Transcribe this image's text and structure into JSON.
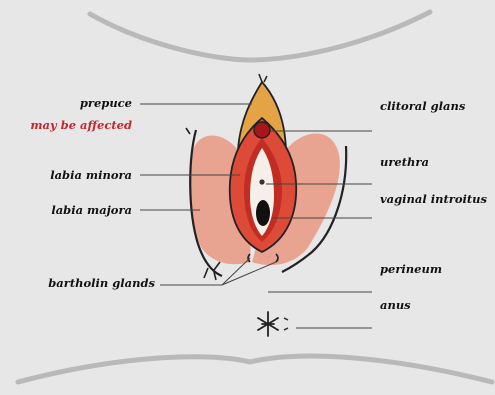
{
  "labels": {
    "prepuce": "prepuce",
    "prepuce_note": "may be affected",
    "labia_minora": "labia minora",
    "labia_majora": "labia majora",
    "bartholin_glands": "bartholin glands",
    "clitoral_glans": "clitoral glans",
    "urethra": "urethra",
    "vaginal_introitus": "vaginal introitus",
    "perineum": "perineum",
    "anus": "anus"
  },
  "colors": {
    "background": "#e7e7e7",
    "labia_majora": "#e8a491",
    "labia_minora": "#dd4b38",
    "labia_minora_inner": "#c22c23",
    "prepuce": "#e4a446",
    "clitoral_glans": "#a8161c",
    "note_text": "#c8242c",
    "outline": "#222222",
    "body_contour": "#b9b9b9",
    "leader_line": "#444444"
  }
}
